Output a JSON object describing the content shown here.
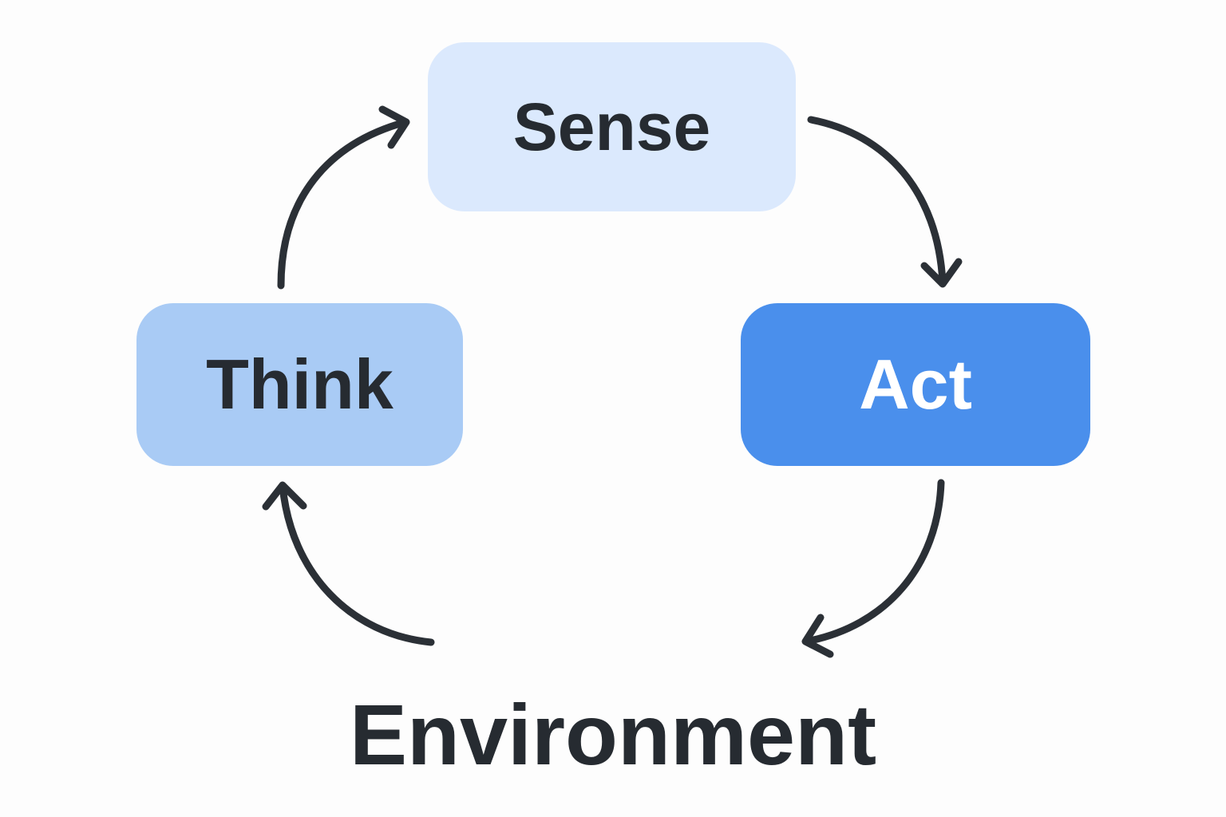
{
  "nodes": {
    "sense": "Sense",
    "think": "Think",
    "act": "Act",
    "environment": "Environment"
  },
  "colors": {
    "sense": "#dbe9fd",
    "think": "#a9cbf5",
    "act": "#4a8fec",
    "arrow": "#2b3036",
    "text": "#262b31"
  }
}
